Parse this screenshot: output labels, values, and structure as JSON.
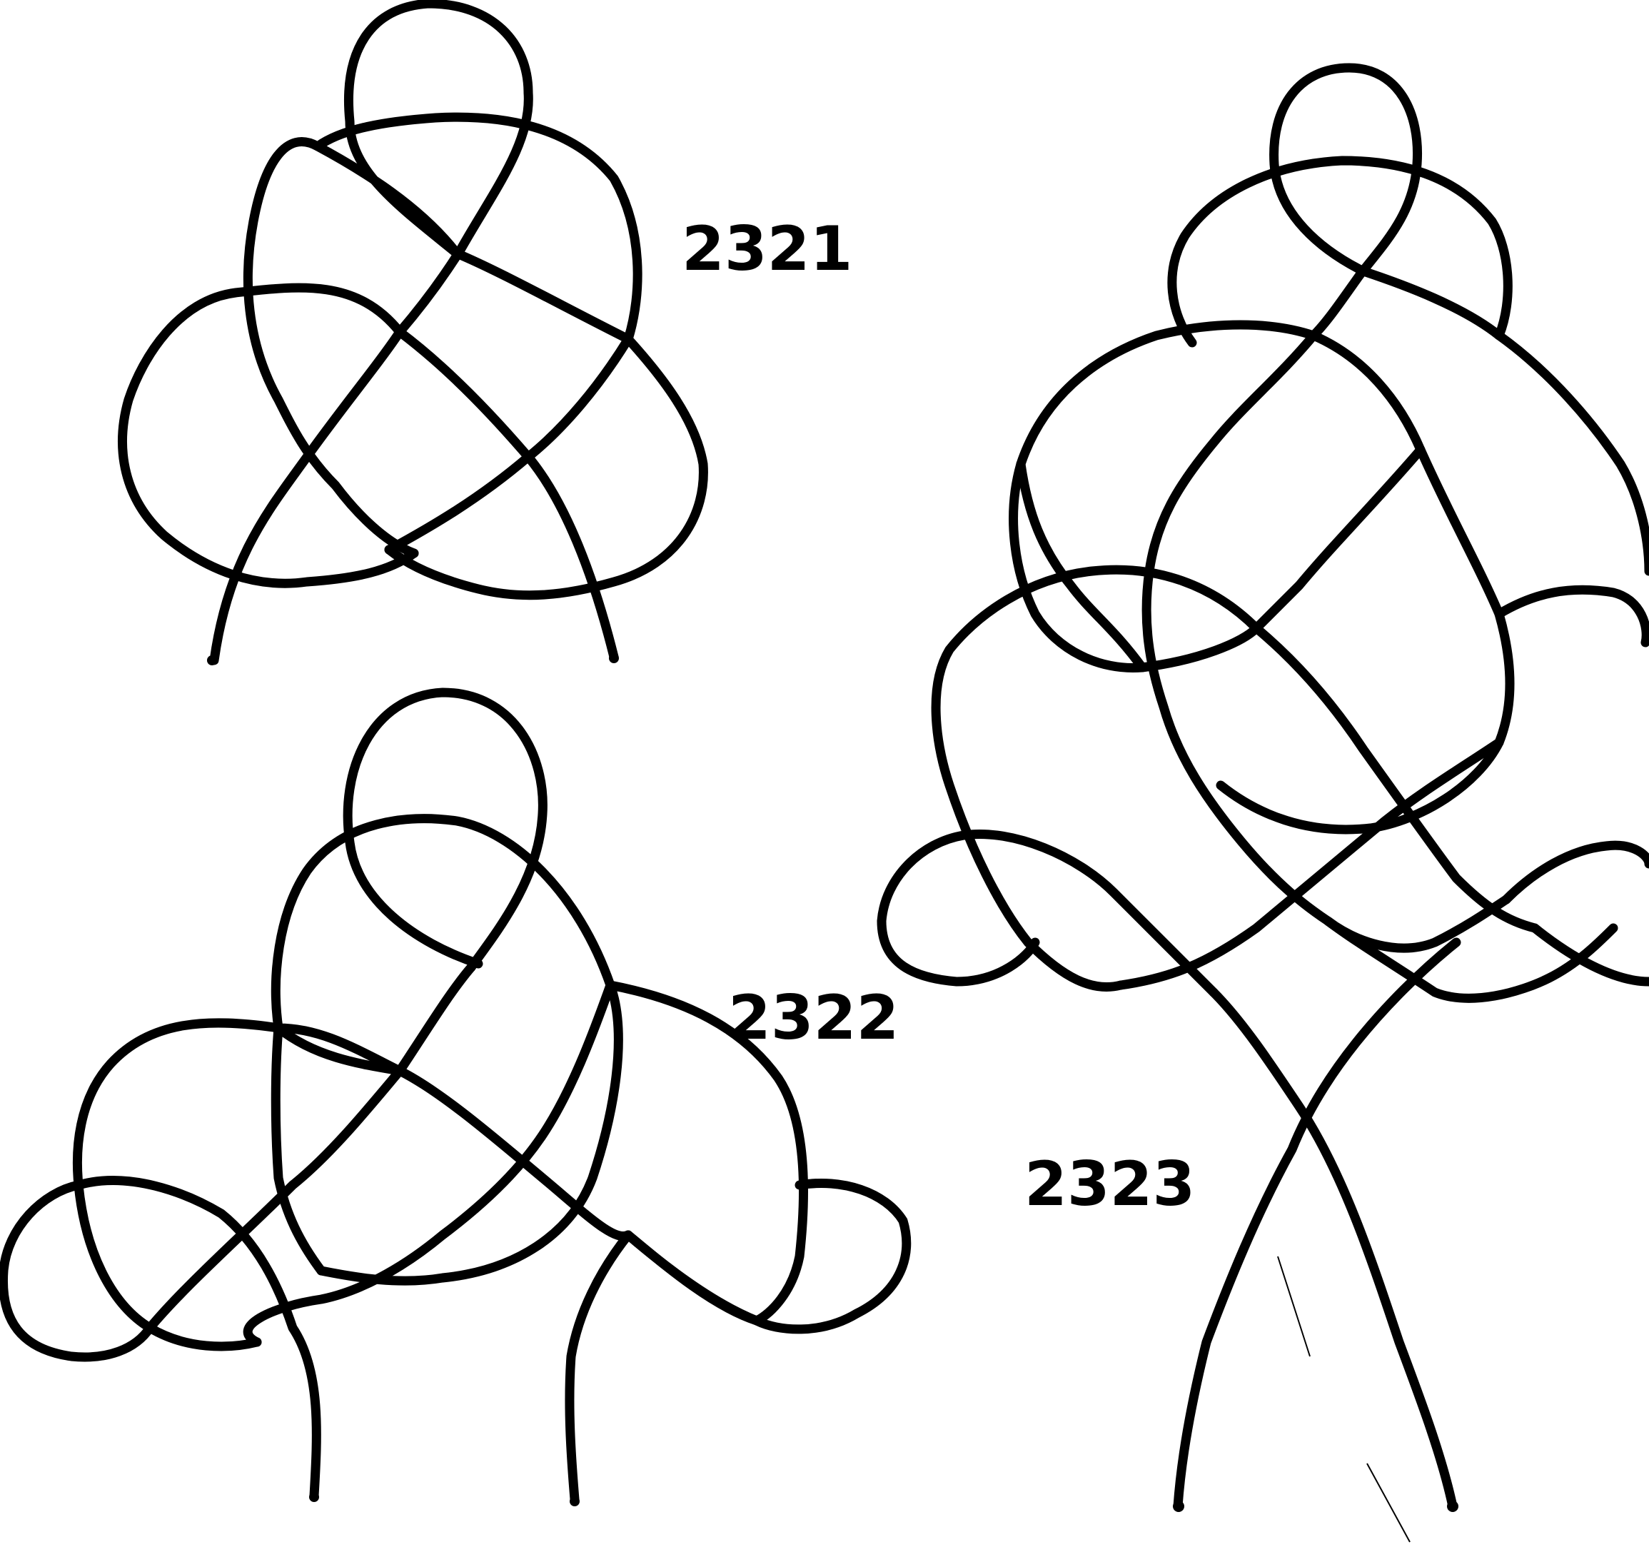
{
  "figures": [
    {
      "id": "knot-2321",
      "label": "2321"
    },
    {
      "id": "knot-2322",
      "label": "2322"
    },
    {
      "id": "knot-2323",
      "label": "2323"
    }
  ],
  "colors": {
    "ink": "#000000",
    "paper": "#ffffff"
  }
}
